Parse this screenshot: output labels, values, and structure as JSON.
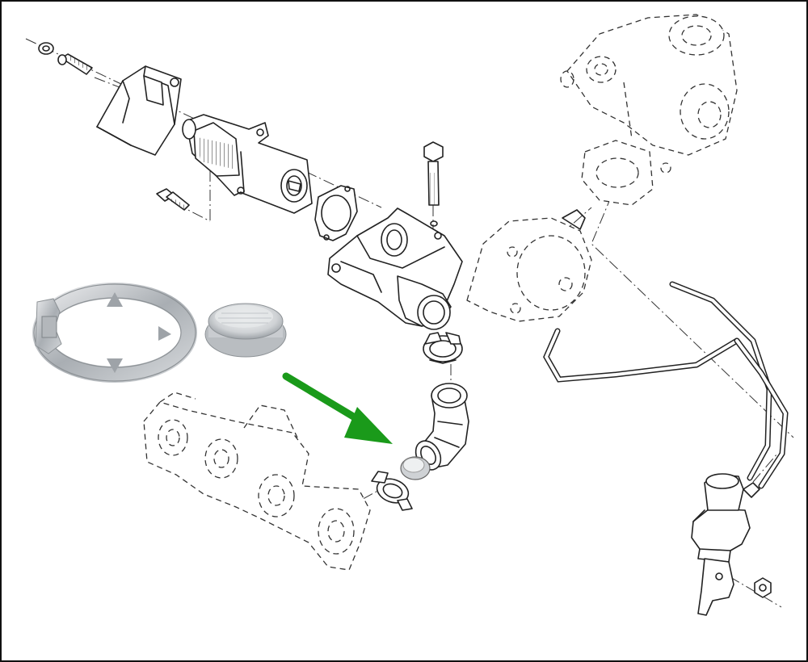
{
  "figure": {
    "background": "#ffffff",
    "border_color": "#111111",
    "line_color": "#222222",
    "arrow_color": "#1a9a1a"
  },
  "parts": [
    {
      "id": "flange-bolt-top",
      "style": "solid"
    },
    {
      "id": "heat-shield",
      "style": "solid"
    },
    {
      "id": "egr-valve",
      "style": "solid"
    },
    {
      "id": "gasket",
      "style": "solid"
    },
    {
      "id": "egr-housing",
      "style": "solid"
    },
    {
      "id": "long-bolt",
      "style": "solid"
    },
    {
      "id": "small-bolt",
      "style": "solid"
    },
    {
      "id": "hose-clamp-upper",
      "style": "solid"
    },
    {
      "id": "egr-pipe-elbow",
      "style": "solid"
    },
    {
      "id": "hose-clamp-lower",
      "style": "solid"
    },
    {
      "id": "blanking-cap-highlight",
      "style": "solid"
    },
    {
      "id": "turbocharger",
      "style": "dashed"
    },
    {
      "id": "vacuum-pump",
      "style": "dashed"
    },
    {
      "id": "exhaust-manifold",
      "style": "dashed"
    },
    {
      "id": "vacuum-hoses",
      "style": "solid"
    },
    {
      "id": "egr-solenoid",
      "style": "solid"
    },
    {
      "id": "solenoid-bracket-nut",
      "style": "solid"
    }
  ],
  "photos": [
    {
      "id": "clamp-ring-photo",
      "tone": "#b8bcc0"
    },
    {
      "id": "blanking-cap-photo",
      "tone": "#d8dadc"
    }
  ],
  "callout": {
    "icon": "arrow-icon",
    "points_to": "blanking-cap-highlight"
  }
}
